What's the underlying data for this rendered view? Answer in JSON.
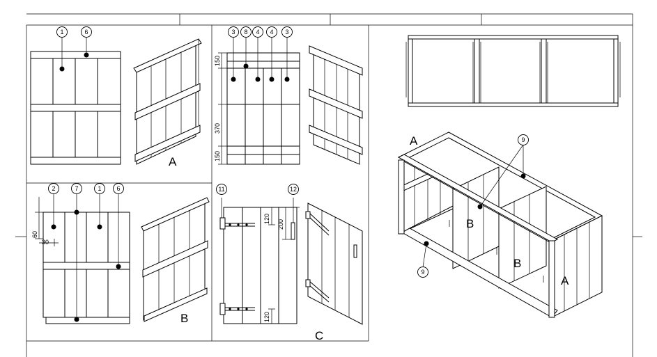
{
  "callouts": {
    "panelA_front": [
      "1",
      "6"
    ],
    "panelA_dims": [
      "3",
      "8",
      "4",
      "4",
      "3"
    ],
    "panelB_front": [
      "2",
      "7",
      "1",
      "6"
    ],
    "door_hardware": [
      "11",
      "12"
    ],
    "assembly": [
      "9",
      "9"
    ]
  },
  "dimensions": {
    "panelA_heights": [
      "150",
      "370",
      "150"
    ],
    "panelB_offsets": [
      "60",
      "30"
    ],
    "door": [
      "120",
      "200",
      "120"
    ]
  },
  "section_labels": {
    "a_top": "A",
    "b_bottom": "B",
    "c_bottom": "C",
    "assembly_a_left": "A",
    "assembly_b1": "B",
    "assembly_b2": "B",
    "assembly_a_right": "A"
  }
}
